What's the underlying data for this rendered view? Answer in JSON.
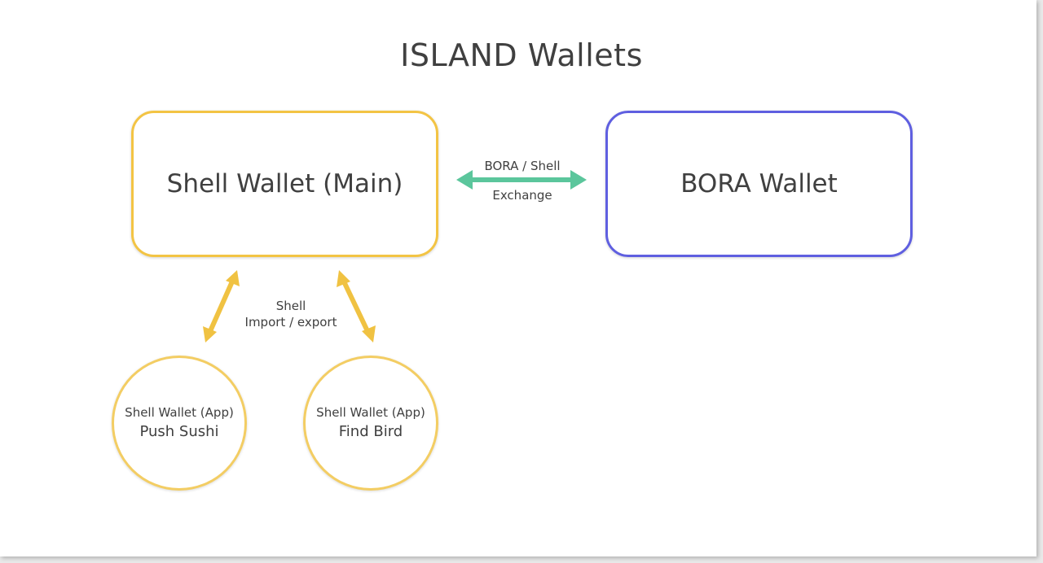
{
  "title": "ISLAND Wallets",
  "shell_wallet_main": {
    "label": "Shell Wallet (Main)"
  },
  "bora_wallet": {
    "label": "BORA Wallet"
  },
  "exchange_link": {
    "line1": "BORA / Shell",
    "line2": "Exchange"
  },
  "import_export_link": {
    "line1": "Shell",
    "line2": "Import / export"
  },
  "apps": [
    {
      "subtitle": "Shell Wallet (App)",
      "name": "Push Sushi"
    },
    {
      "subtitle": "Shell Wallet (App)",
      "name": "Find Bird"
    }
  ],
  "colors": {
    "shell_border": "#f3c444",
    "bora_border": "#5f5fe0",
    "exchange_arrow": "#5bc69c",
    "import_arrow": "#f0c242"
  }
}
